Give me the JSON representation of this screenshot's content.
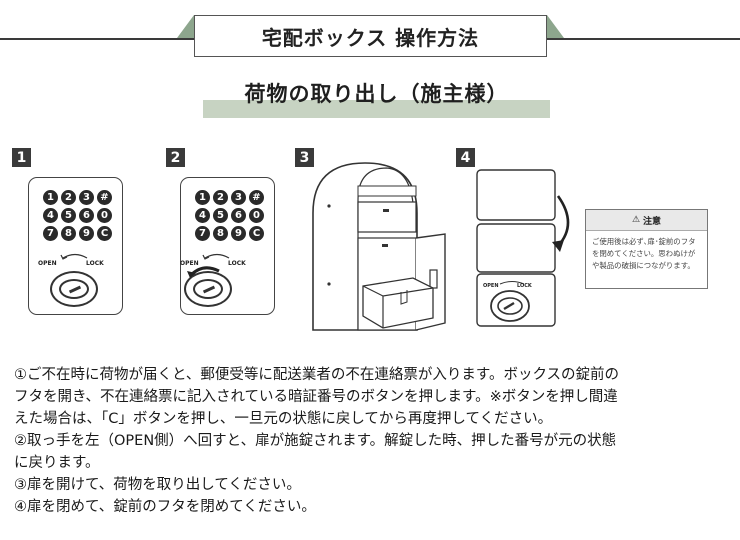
{
  "header": {
    "title": "宅配ボックス 操作方法",
    "subtitle": "荷物の取り出し（施主様）"
  },
  "steps": [
    {
      "number": "1"
    },
    {
      "number": "2"
    },
    {
      "number": "3"
    },
    {
      "number": "4"
    }
  ],
  "keypad": {
    "keys": [
      "1",
      "2",
      "3",
      "#",
      "4",
      "5",
      "6",
      "0",
      "7",
      "8",
      "9",
      "C"
    ],
    "open_label": "OPEN",
    "lock_label": "LOCK"
  },
  "notice": {
    "title": "注意",
    "lines": [
      "ご使用後は必ず､扉･錠前のフタ",
      "を閉めてください。思わぬけが",
      "や製品の破損につながります。"
    ]
  },
  "instructions": [
    "①ご不在時に荷物が届くと、郵便受等に配送業者の不在連絡票が入ります。ボックスの錠前の",
    "フタを開き、不在連絡票に記入されている暗証番号のボタンを押します。※ボタンを押し間違",
    "えた場合は、「C」ボタンを押し、一旦元の状態に戻してから再度押してください。",
    "②取っ手を左（OPEN側）へ回すと、扉が施錠されます。解錠した時、押した番号が元の状態",
    "に戻ります。",
    "③扉を開けて、荷物を取り出してください。",
    "④扉を閉めて、錠前のフタを閉めてください。"
  ],
  "colors": {
    "accent_green": "#8da68d",
    "subtitle_bar": "#c7d3c2",
    "badge": "#3a3a3a"
  }
}
